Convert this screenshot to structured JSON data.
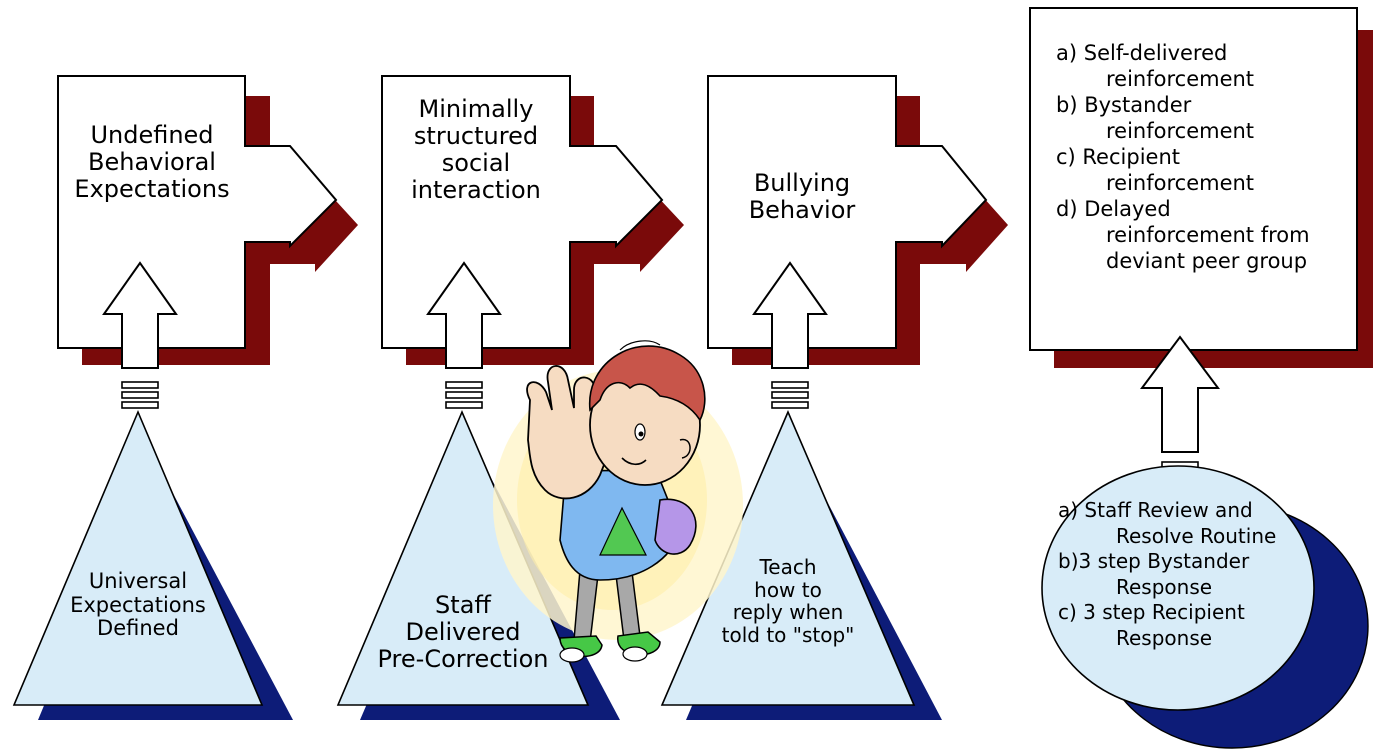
{
  "colors": {
    "box_fill": "#ffffff",
    "box_shadow": "#7a0a0a",
    "triangle_fill": "#d8ecf8",
    "triangle_shadow": "#0d1c78",
    "oval_fill": "#d8ecf8",
    "oval_shadow": "#0d1c78",
    "stroke": "#000000"
  },
  "boxes": [
    {
      "lines": [
        "Undefined",
        "Behavioral",
        "Expectations"
      ]
    },
    {
      "lines": [
        "Minimally",
        "structured",
        "social",
        "interaction"
      ]
    },
    {
      "lines": [
        "Bullying",
        "Behavior"
      ]
    }
  ],
  "consequences": {
    "items": [
      {
        "lead": "a) Self-delivered",
        "cont": [
          "reinforcement"
        ]
      },
      {
        "lead": "b) Bystander",
        "cont": [
          "reinforcement"
        ]
      },
      {
        "lead": "c) Recipient",
        "cont": [
          "reinforcement"
        ]
      },
      {
        "lead": "d) Delayed",
        "cont": [
          "reinforcement from",
          "deviant peer group"
        ]
      }
    ]
  },
  "triangles": [
    {
      "lines": [
        "Universal",
        "Expectations",
        "Defined"
      ]
    },
    {
      "lines": [
        "Staff",
        "Delivered",
        "Pre-Correction"
      ]
    },
    {
      "lines": [
        "Teach",
        "how to",
        "reply when",
        "told to \"stop\""
      ]
    }
  ],
  "oval": {
    "items": [
      {
        "lead": "a) Staff Review and",
        "cont": [
          "Resolve Routine"
        ]
      },
      {
        "lead": "b)3 step Bystander",
        "cont": [
          "Response"
        ]
      },
      {
        "lead": "c) 3 step Recipient",
        "cont": [
          "Response"
        ]
      }
    ]
  },
  "clipart": {
    "icon": "child-stop-hand-icon"
  }
}
